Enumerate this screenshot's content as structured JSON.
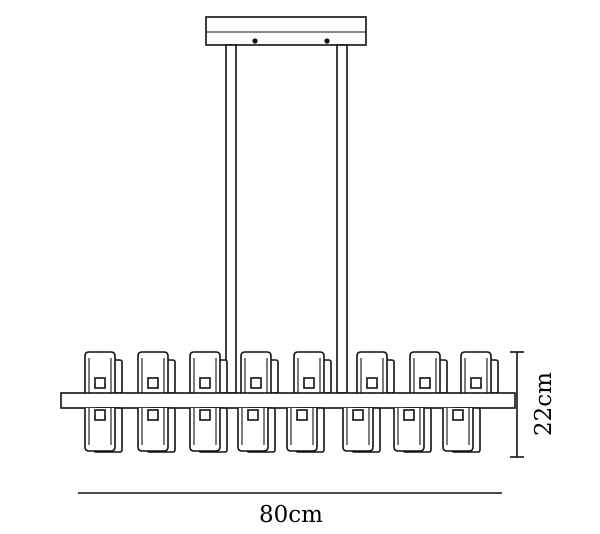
{
  "dimensions": {
    "width_label": "80cm",
    "height_label": "22cm"
  },
  "fixture": {
    "top_lights": 8,
    "bottom_lights": 8,
    "line_color": "#111111",
    "background": "#ffffff"
  }
}
